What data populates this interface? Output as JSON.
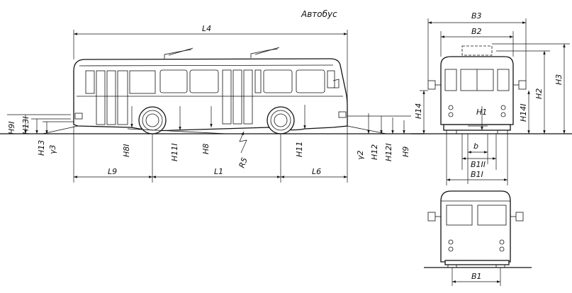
{
  "title": "Автобус",
  "labels": {
    "L4": "L4",
    "L9": "L9",
    "L1": "L1",
    "L6": "L6",
    "H9I": "H9I",
    "H13I": "H13I",
    "H13": "H13",
    "gamma3": "γ3",
    "H8I": "H8I",
    "H11I": "H11I",
    "H8": "H8",
    "R5": "R5",
    "H11": "H11",
    "gamma2": "γ2",
    "H12": "H12",
    "H12I": "H12I",
    "H9": "H9",
    "B3": "B3",
    "B2": "B2",
    "H14": "H14",
    "H1": "H1",
    "H14I": "H14I",
    "H2": "H2",
    "H3": "H3",
    "b": "b",
    "B1II": "B1II",
    "B1I": "B1I",
    "B1": "B1"
  }
}
